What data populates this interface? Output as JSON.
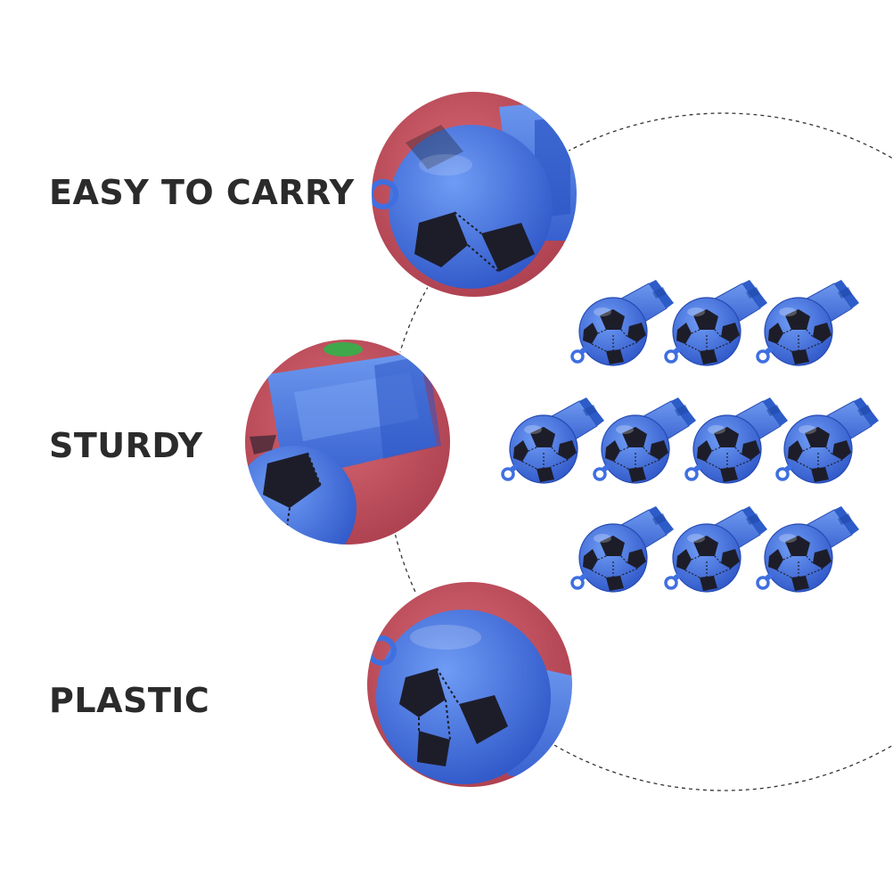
{
  "features": [
    {
      "label": "EASY TO CARRY",
      "icon": "whistle-loop-closeup"
    },
    {
      "label": "STURDY",
      "icon": "whistle-mouthpiece-closeup"
    },
    {
      "label": "PLASTIC",
      "icon": "whistle-ball-closeup"
    }
  ],
  "product": {
    "item_count": 10,
    "icon": "soccer-ball-whistle-icon"
  },
  "colors": {
    "whistle_blue": "#3f6fe0",
    "whistle_blue_light": "#5f8ff0",
    "closeup_background": "#c25462",
    "label_text": "#2b2b2b",
    "dashed_outline": "#333333"
  }
}
